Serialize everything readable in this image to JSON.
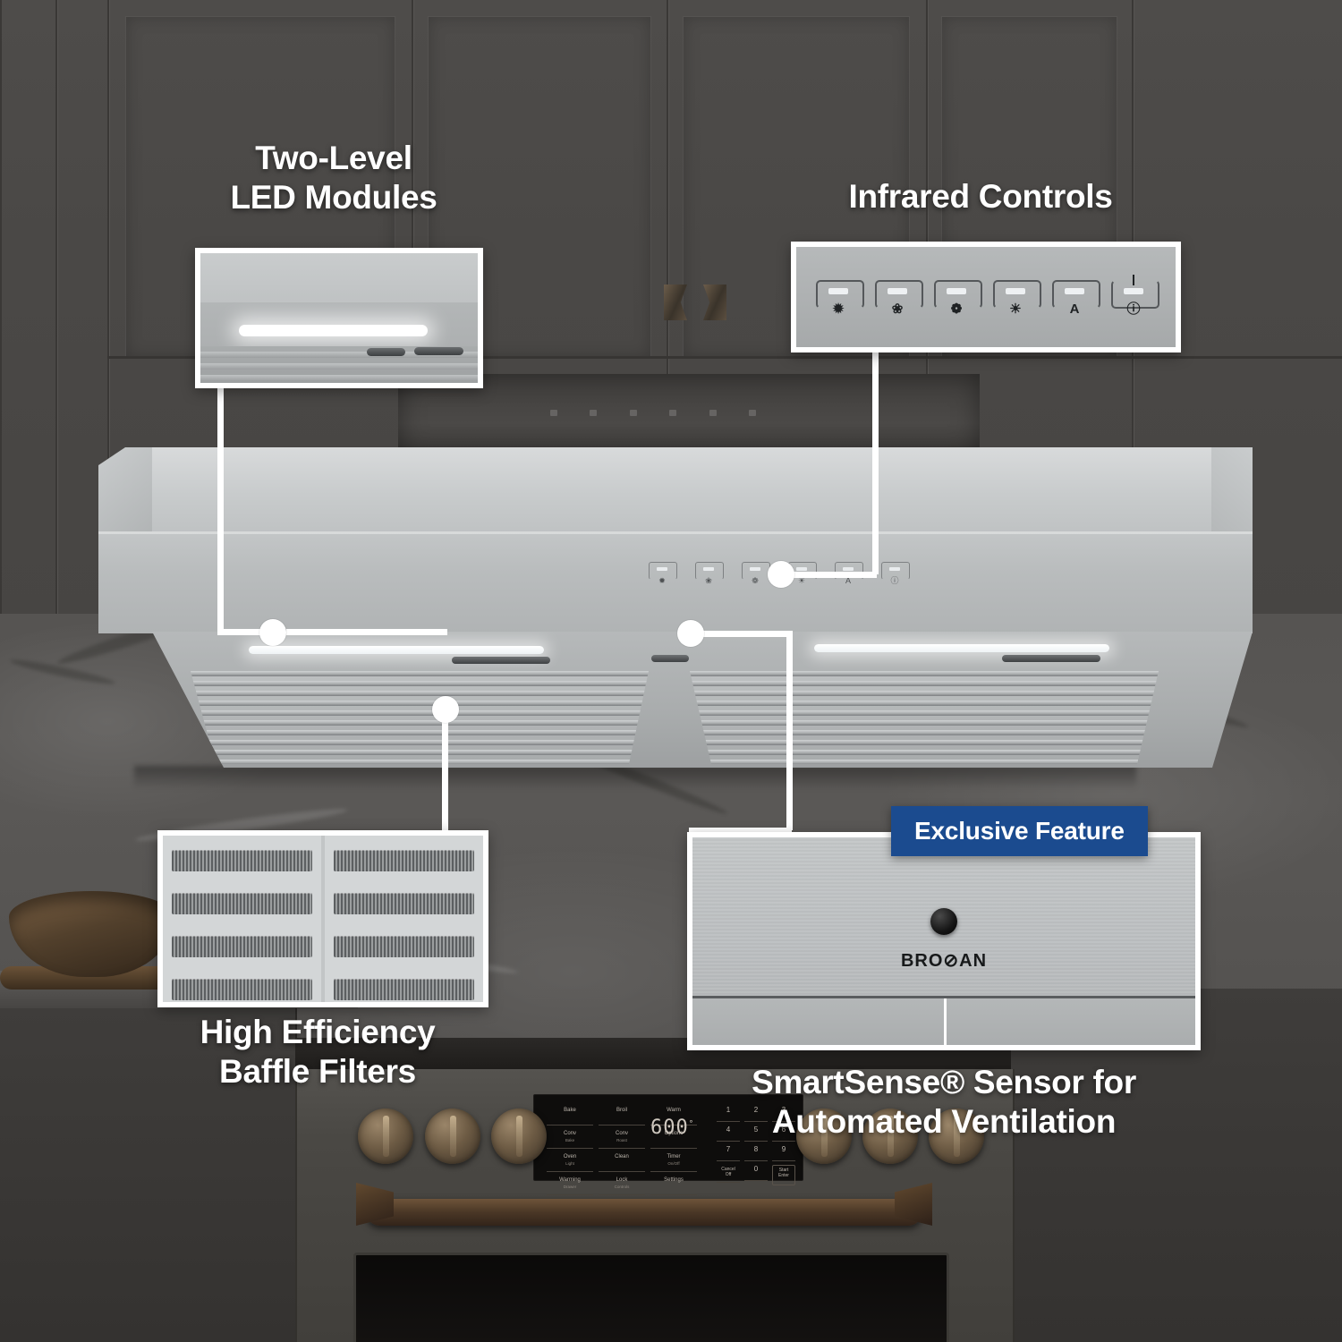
{
  "labels": {
    "led": {
      "line1": "Two-Level",
      "line2": "LED Modules"
    },
    "infrared": {
      "line1": "Infrared Controls"
    },
    "baffle": {
      "line1": "High Efficiency",
      "line2": "Baffle Filters"
    },
    "smartsense": {
      "line1": "SmartSense® Sensor for",
      "line2": "Automated Ventilation"
    }
  },
  "badge": {
    "text": "Exclusive Feature",
    "color": "#1b4b8f"
  },
  "brand": {
    "logo": "BRO⊘AN"
  },
  "controls": {
    "buttons": [
      {
        "name": "fan-speed-1",
        "glyph": "✹",
        "aria": "Fan speed low"
      },
      {
        "name": "fan-speed-2",
        "glyph": "❀",
        "aria": "Fan speed medium"
      },
      {
        "name": "fan-speed-3",
        "glyph": "❁",
        "aria": "Fan speed high"
      },
      {
        "name": "light",
        "glyph": "☀",
        "aria": "Light"
      },
      {
        "name": "auto",
        "glyph": "A",
        "aria": "Auto mode"
      },
      {
        "name": "timer-power",
        "glyph": "ⓘ",
        "aria": "Timer / delay off"
      }
    ]
  },
  "range": {
    "display": "600",
    "display_unit": "°",
    "function_buttons": [
      {
        "label": "Bake",
        "sub": ""
      },
      {
        "label": "Broil",
        "sub": ""
      },
      {
        "label": "Warm",
        "sub": ""
      },
      {
        "label": "Conv",
        "sub": "Bake"
      },
      {
        "label": "Conv",
        "sub": "Roast"
      },
      {
        "label": "Options",
        "sub": ""
      },
      {
        "label": "Oven",
        "sub": "Light"
      },
      {
        "label": "Clean",
        "sub": ""
      },
      {
        "label": "Timer",
        "sub": "On/Off"
      },
      {
        "label": "Warming",
        "sub": "Drawer"
      },
      {
        "label": "Lock",
        "sub": "Controls"
      },
      {
        "label": "Settings",
        "sub": ""
      }
    ],
    "keypad": [
      {
        "label": "1",
        "sub": ""
      },
      {
        "label": "2",
        "sub": ""
      },
      {
        "label": "3",
        "sub": ""
      },
      {
        "label": "4",
        "sub": ""
      },
      {
        "label": "5",
        "sub": ""
      },
      {
        "label": "6",
        "sub": ""
      },
      {
        "label": "7",
        "sub": ""
      },
      {
        "label": "8",
        "sub": ""
      },
      {
        "label": "9",
        "sub": ""
      },
      {
        "label": "Cancel",
        "sub": "Off"
      },
      {
        "label": "0",
        "sub": ""
      },
      {
        "label": "Start",
        "sub": "Enter"
      }
    ]
  },
  "colors": {
    "background": "#4a4846",
    "hood_steel": "#c3c6c7",
    "callout_white": "#ffffff",
    "badge_blue": "#1b4b8f",
    "marble": "#565452"
  }
}
